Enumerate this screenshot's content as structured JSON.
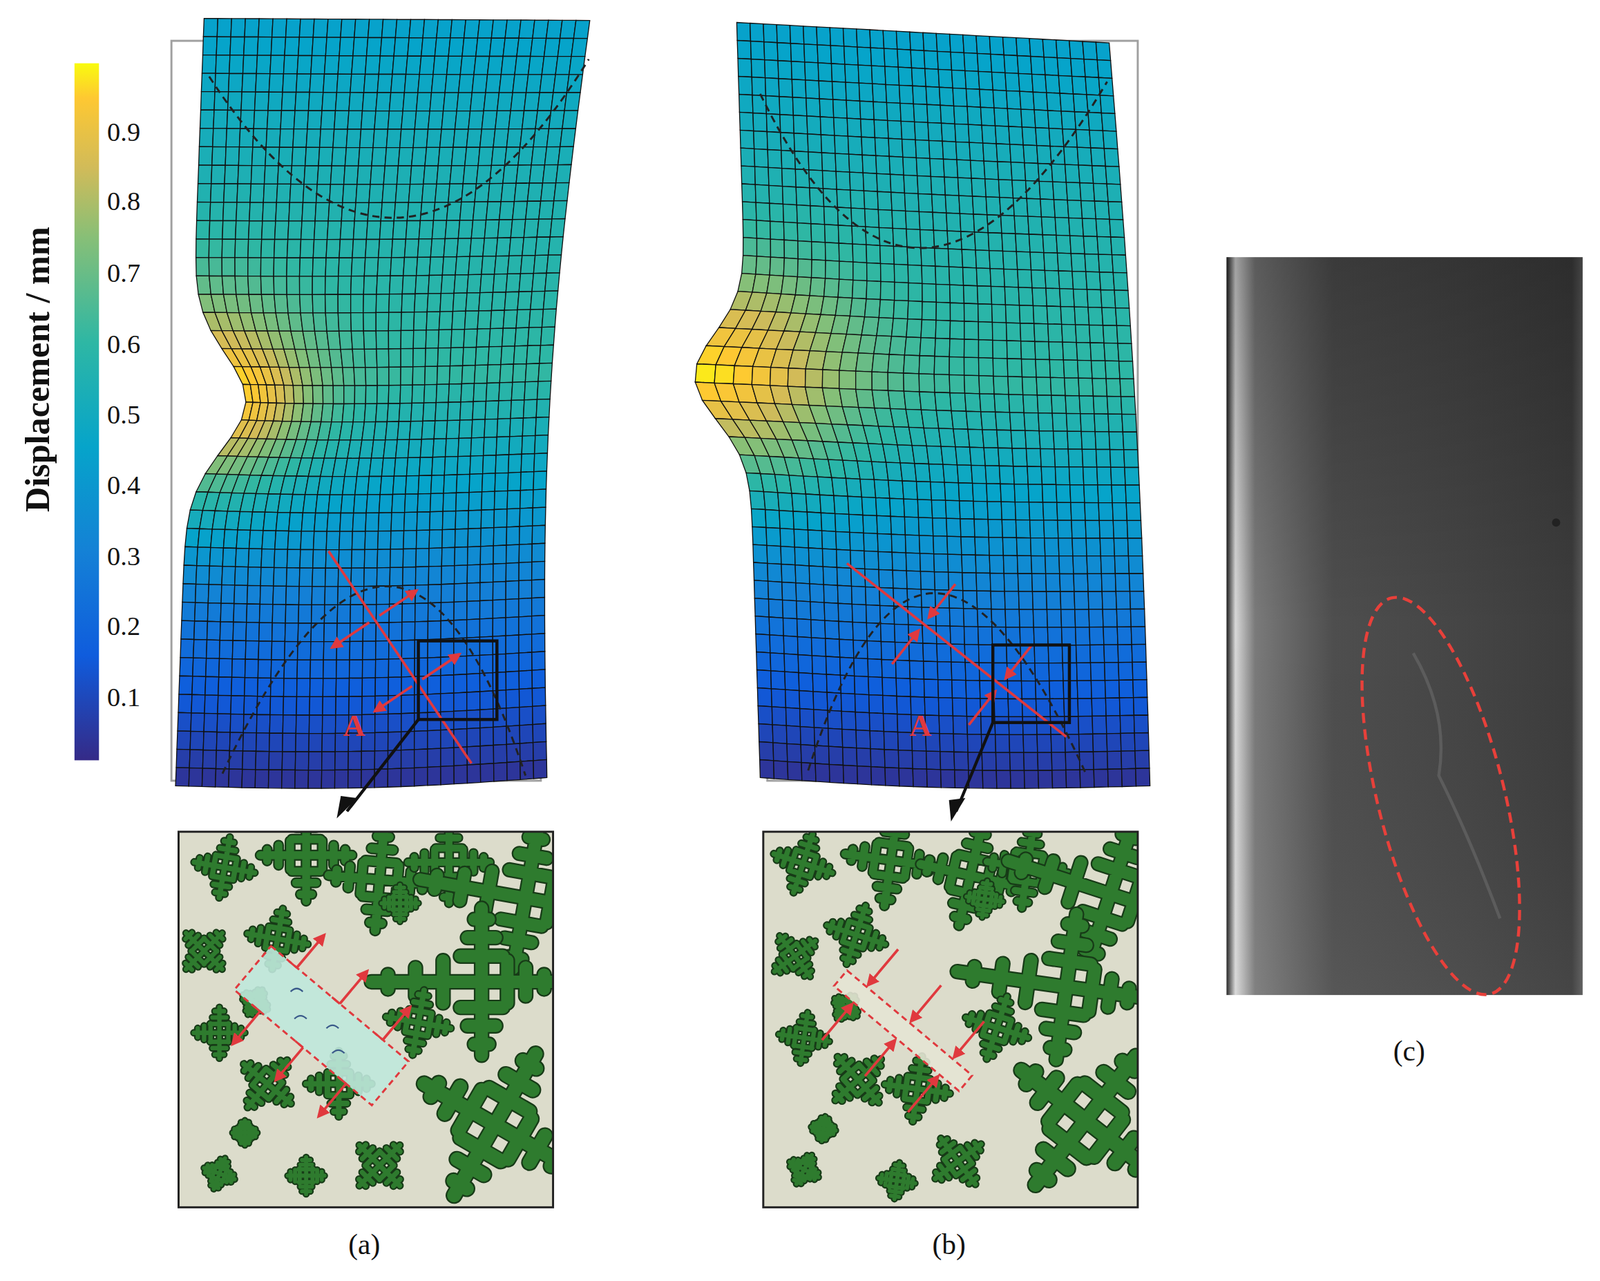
{
  "diagram": {
    "labels": [
      "Displacement / mm",
      "0.9",
      "0.8",
      "0.7",
      "0.6",
      "0.5",
      "0.4",
      "0.3",
      "0.2",
      "0.1",
      "A",
      "A",
      "(a)",
      "(b)",
      "(c)"
    ]
  }
}
